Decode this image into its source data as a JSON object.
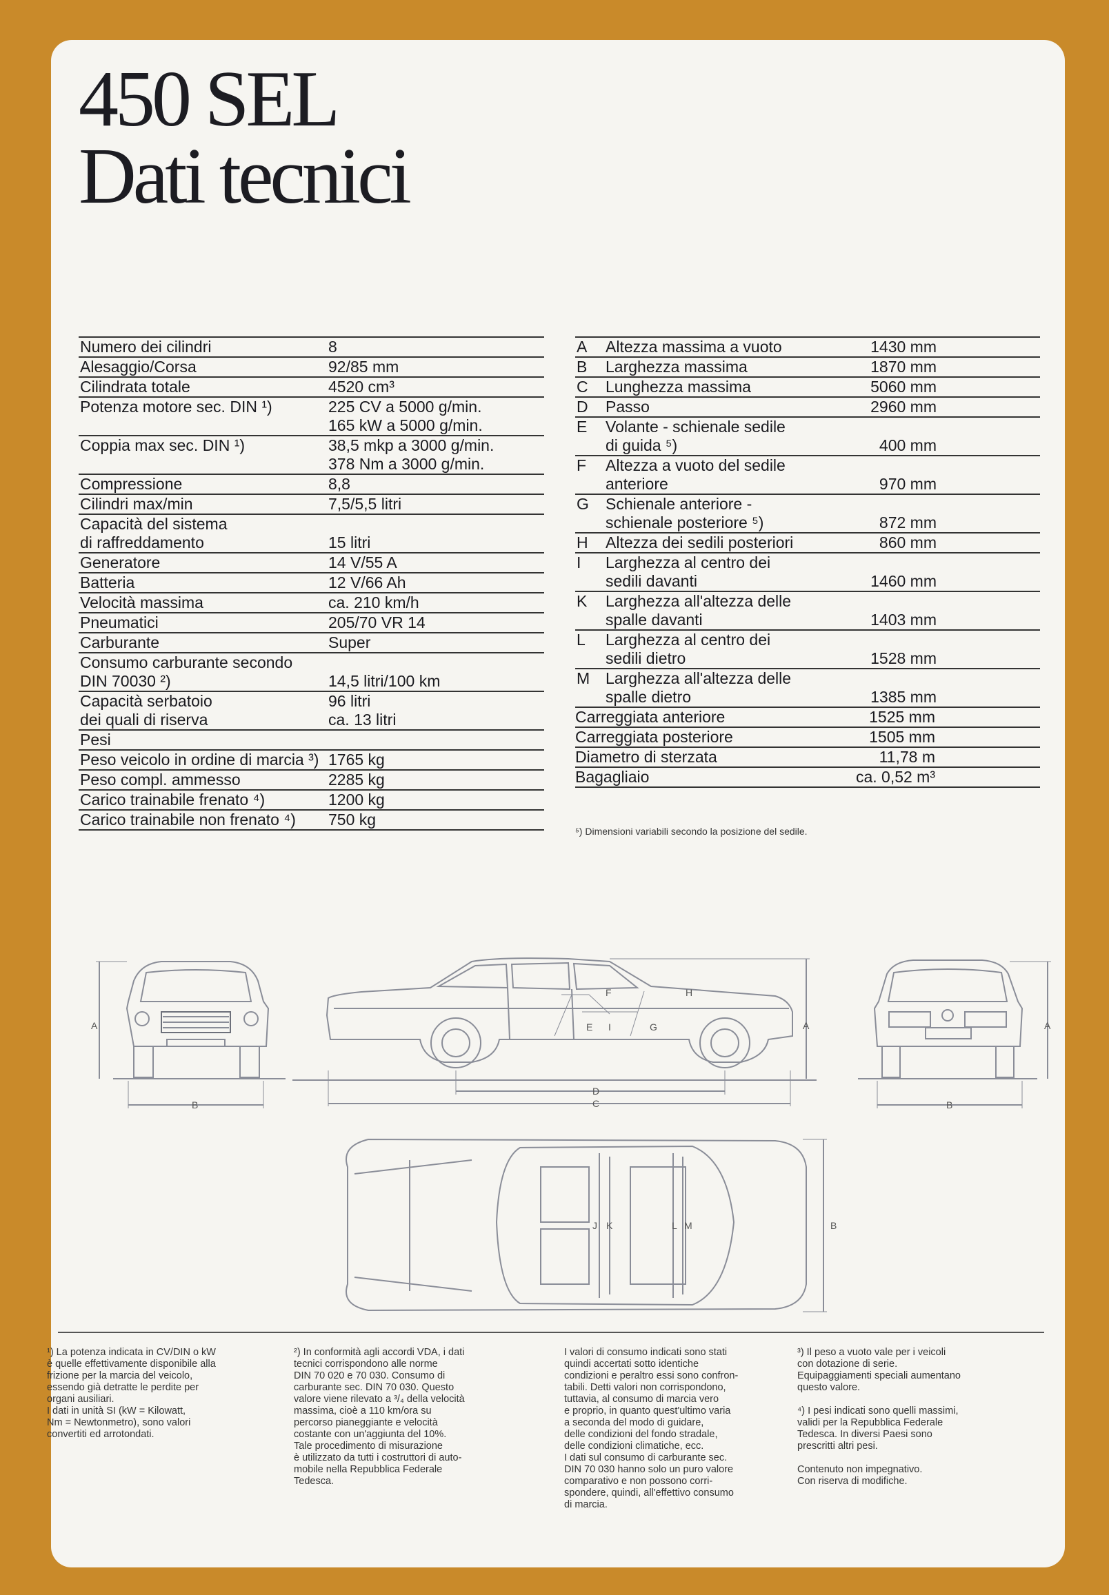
{
  "title": {
    "line1": "450 SEL",
    "line2": "Dati tecnici"
  },
  "left_specs": [
    {
      "label": "Numero dei cilindri",
      "value": "8"
    },
    {
      "label": "Alesaggio/Corsa",
      "value": "92/85 mm"
    },
    {
      "label": "Cilindrata totale",
      "value": "4520 cm³"
    },
    {
      "label": "Potenza motore sec. DIN ¹)",
      "value": "225 CV a 5000 g/min.\n165 kW a 5000 g/min."
    },
    {
      "label": "Coppia max sec. DIN ¹)",
      "value": "38,5 mkp a 3000 g/min.\n378 Nm a 3000 g/min."
    },
    {
      "label": "Compressione",
      "value": "8,8"
    },
    {
      "label": "Cilindri max/min",
      "value": "7,5/5,5 litri"
    },
    {
      "label": "Capacità del sistema\ndi raffreddamento",
      "value": "15 litri"
    },
    {
      "label": "Generatore",
      "value": "14 V/55 A"
    },
    {
      "label": "Batteria",
      "value": "12 V/66 Ah"
    },
    {
      "label": "Velocità massima",
      "value": "ca. 210 km/h"
    },
    {
      "label": "Pneumatici",
      "value": "205/70 VR 14"
    },
    {
      "label": "Carburante",
      "value": "Super"
    },
    {
      "label": "Consumo carburante secondo\nDIN 70030 ²)",
      "value": "14,5 litri/100 km"
    },
    {
      "label": "Capacità serbatoio\ndei quali di riserva",
      "value": "96 litri\nca. 13 litri"
    },
    {
      "label": "Pesi",
      "value": ""
    },
    {
      "label": "Peso veicolo in ordine di marcia ³)",
      "value": "1765 kg"
    },
    {
      "label": "Peso compl. ammesso",
      "value": "2285 kg"
    },
    {
      "label": "Carico trainabile frenato ⁴)",
      "value": "1200 kg"
    },
    {
      "label": "Carico trainabile non frenato ⁴)",
      "value": "750 kg"
    }
  ],
  "right_specs": [
    {
      "letter": "A",
      "label": "Altezza massima a vuoto",
      "value": "1430 mm"
    },
    {
      "letter": "B",
      "label": "Larghezza massima",
      "value": "1870 mm"
    },
    {
      "letter": "C",
      "label": "Lunghezza massima",
      "value": "5060 mm"
    },
    {
      "letter": "D",
      "label": "Passo",
      "value": "2960 mm"
    },
    {
      "letter": "E",
      "label": "Volante - schienale sedile\ndi guida ⁵)",
      "value": "400 mm"
    },
    {
      "letter": "F",
      "label": "Altezza a vuoto del sedile\nanteriore",
      "value": "970 mm"
    },
    {
      "letter": "G",
      "label": "Schienale anteriore -\nschienale posteriore ⁵)",
      "value": "872 mm"
    },
    {
      "letter": "H",
      "label": "Altezza dei sedili posteriori",
      "value": "860 mm"
    },
    {
      "letter": "I",
      "label": "Larghezza al centro dei\nsedili davanti",
      "value": "1460 mm"
    },
    {
      "letter": "K",
      "label": "Larghezza all'altezza delle\nspalle davanti",
      "value": "1403 mm"
    },
    {
      "letter": "L",
      "label": "Larghezza al centro dei\nsedili dietro",
      "value": "1528 mm"
    },
    {
      "letter": "M",
      "label": "Larghezza all'altezza delle\nspalle dietro",
      "value": "1385 mm"
    },
    {
      "letter": "",
      "label": "Carreggiata anteriore",
      "value": "1525 mm"
    },
    {
      "letter": "",
      "label": "Carreggiata posteriore",
      "value": "1505 mm"
    },
    {
      "letter": "",
      "label": "Diametro di sterzata",
      "value": "11,78 m"
    },
    {
      "letter": "",
      "label": "Bagagliaio",
      "value": "ca.  0,52 m³"
    }
  ],
  "right_note": "⁵) Dimensioni variabili secondo la posizione del sedile.",
  "dimension_labels": {
    "A": "A",
    "B": "B",
    "C": "C",
    "D": "D",
    "E": "E",
    "F": "F",
    "G": "G",
    "H": "H",
    "I": "I",
    "J": "J",
    "K": "K",
    "L": "L",
    "M": "M"
  },
  "footnotes": {
    "f1": "¹) La potenza indicata in CV/DIN o kW\nè quelle effettivamente disponibile alla\nfrizione per la marcia del veicolo,\nessendo già detratte le perdite per\norgani ausiliari.\nI dati in unità SI (kW = Kilowatt,\nNm = Newtonmetro), sono valori\nconvertiti ed arrotondati.",
    "f2": "²) In conformità agli accordi VDA, i dati\ntecnici corrispondono alle norme\nDIN 70 020 e 70 030. Consumo di\ncarburante sec. DIN 70 030. Questo\nvalore viene rilevato a ³/₄ della velocità\nmassima, cioè a 110 km/ora su\npercorso pianeggiante e velocità\ncostante con un'aggiunta del 10%.\nTale procedimento di misurazione\nè utilizzato da tutti i costruttori di auto-\nmobile nella Repubblica Federale\nTedesca.",
    "f3": "I valori di consumo indicati sono stati\nquindi accertati sotto identiche\ncondizioni e peraltro essi sono confron-\ntabili. Detti valori non corrispondono,\ntuttavia, al consumo di marcia vero\ne proprio, in quanto quest'ultimo varia\na seconda del modo di guidare,\ndelle condizioni del fondo stradale,\ndelle condizioni climatiche, ecc.\nI dati sul consumo di carburante sec.\nDIN 70 030 hanno solo un puro valore\ncomparativo e non possono corri-\nspondere, quindi, all'effettivo consumo\ndi marcia.",
    "f4": "³) Il peso a vuoto vale per i veicoli\n    con dotazione di serie.\n    Equipaggiamenti speciali aumentano\n    questo valore.\n\n⁴) I pesi indicati sono quelli massimi,\n    validi per la Repubblica Federale\n    Tedesca. In diversi Paesi sono\n    prescritti altri pesi.\n\n    Contenuto non impegnativo.\n    Con riserva di modifiche."
  }
}
